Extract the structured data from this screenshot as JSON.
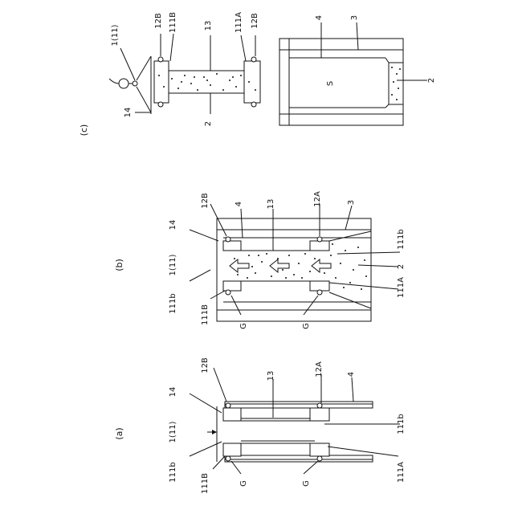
{
  "figure": {
    "panel_a": {
      "title": "(a)",
      "labels": {
        "l14": "14",
        "l1_11": "1(11)",
        "l111b_left": "111b",
        "l111B": "111B",
        "lG1": "G",
        "lG2": "G",
        "l12B": "12B",
        "l13": "13",
        "l12A": "12A",
        "l4": "4",
        "l111b_right": "111b",
        "l111A": "111A"
      }
    },
    "panel_b": {
      "title": "(b)",
      "labels": {
        "l14": "14",
        "l1_11": "1(11)",
        "l111b_left": "111b",
        "l111B": "111B",
        "lG1": "G",
        "lG2": "G",
        "l12B": "12B",
        "l4": "4",
        "l13": "13",
        "l12A": "12A",
        "l3": "3",
        "l111b_right": "111b",
        "l2": "2",
        "l111A": "111A"
      }
    },
    "panel_c": {
      "title": "(c)",
      "labels": {
        "l1_11": "1(11)",
        "l12B_a": "12B",
        "l111B": "111B",
        "l13": "13",
        "l111A": "111A",
        "l12B_b": "12B",
        "l14": "14",
        "l2_a": "2",
        "l4": "4",
        "l3": "3",
        "lS": "S",
        "l2_b": "2"
      }
    }
  }
}
